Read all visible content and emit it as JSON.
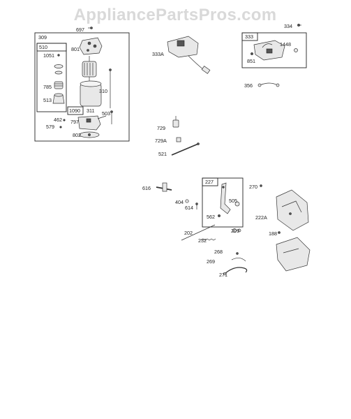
{
  "watermark": "AppliancePartsPros.com",
  "boxes": {
    "b309": "309",
    "b510": "510",
    "b1090": "1090",
    "b333": "333",
    "b227": "227"
  },
  "labels": {
    "l697": "697",
    "l801": "801",
    "l1051": "1051",
    "l785": "785",
    "l513": "513",
    "l310": "310",
    "l311": "311",
    "l503": "503",
    "l797": "797",
    "l462": "462",
    "l579": "579",
    "l802": "802",
    "l334": "334",
    "l333A": "333A",
    "l1448": "1448",
    "l851": "851",
    "l356": "356",
    "l729": "729",
    "l729A": "729A",
    "l521": "521",
    "l616": "616",
    "l404": "404",
    "l614": "614",
    "l505": "505",
    "l562": "562",
    "l270": "270",
    "l222A": "222A",
    "l188": "188",
    "l202": "202",
    "l209": "209",
    "l232": "232",
    "l268": "268",
    "l269": "269",
    "l271": "271"
  }
}
